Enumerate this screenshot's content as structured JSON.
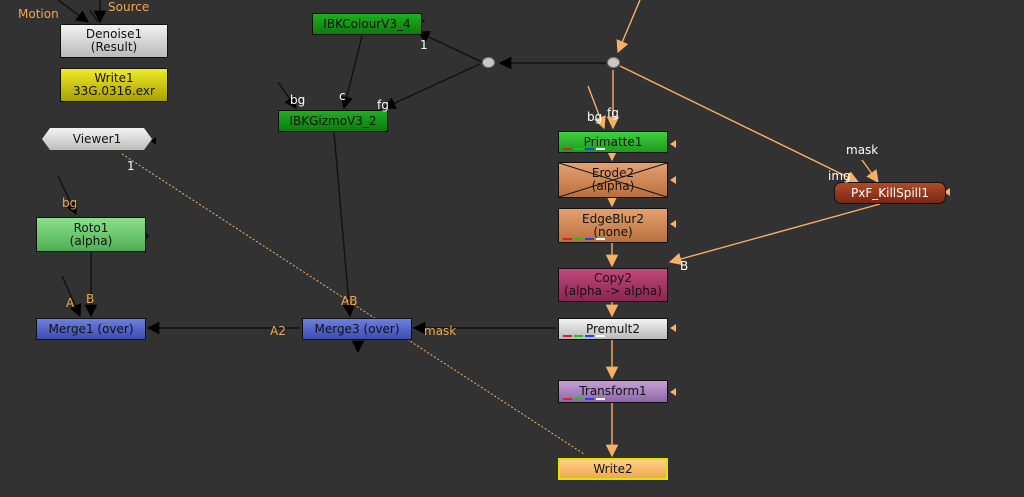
{
  "nodes": {
    "denoise1": {
      "line1": "Denoise1",
      "line2": "(Result)"
    },
    "write1": {
      "line1": "Write1",
      "line2": "33G.0316.exr"
    },
    "viewer1": {
      "line1": "Viewer1"
    },
    "roto1": {
      "line1": "Roto1",
      "line2": "(alpha)"
    },
    "merge1": {
      "line1": "Merge1 (over)"
    },
    "merge3": {
      "line1": "Merge3 (over)"
    },
    "ibk_colour": {
      "line1": "IBKColourV3_4"
    },
    "ibk_gizmo": {
      "line1": "IBKGizmoV3_2"
    },
    "primatte1": {
      "line1": "Primatte1"
    },
    "erode2": {
      "line1": "Erode2",
      "line2": "(alpha)"
    },
    "edgeblur2": {
      "line1": "EdgeBlur2",
      "line2": "(none)"
    },
    "copy2": {
      "line1": "Copy2",
      "line2": "(alpha -> alpha)"
    },
    "premult2": {
      "line1": "Premult2"
    },
    "transform1": {
      "line1": "Transform1"
    },
    "write2": {
      "line1": "Write2"
    },
    "killspill": {
      "line1": "PxF_KillSpill1"
    }
  },
  "inputs": {
    "motion": "Motion",
    "source": "Source",
    "viewer_input": "1",
    "roto_bg": "bg",
    "merge1_a": "A",
    "merge1_b": "B",
    "merge3_a2": "A2",
    "merge3_ab": "AB",
    "merge3_mask": "mask",
    "gizmo_bg": "bg",
    "gizmo_c": "c",
    "gizmo_fg": "fg",
    "colour_1": "1",
    "primatte_bg": "bg",
    "primatte_fg": "fg",
    "killspill_mask": "mask",
    "killspill_img": "img",
    "copy_b": "B"
  },
  "colors": {
    "background": "#323232",
    "wire": "#f7b063",
    "wire_dark": "#111111"
  }
}
